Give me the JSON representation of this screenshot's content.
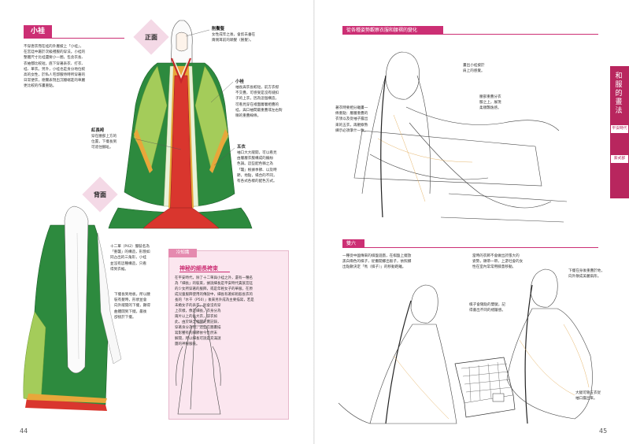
{
  "left_page": {
    "title": "小袿",
    "intro": "不穿唐衣而在袿的外層披上「小袿」，\n在宮廷中屬於次級禮服的穿法。小袿的\n整體尺寸比袿還要小一圈，包含衣長、\n衣袖都比較短。底下穿著表衣、打衣、\n袿、單衣。另外，小袿也是身分地位較\n高的女性，於私人宅邸服侍時所穿著的\n日常便衣，德實表現出沉穩端莊的華麗\n更比較的作畫重點。",
    "front_label": "正面",
    "back_label": "背面",
    "front_notes": [
      {
        "title": "削鬢髮",
        "text": "女性成年之後，會剪去垂在\n兩側耳前的頭髮（鬢髮）。"
      },
      {
        "title": "小袿",
        "text": "袖長與衣長較短，前方衣襟\n不交疊，可感受是沒有縫扣\n子的上衣，因為這個構造，\n可看見穿在裡面層層相疊的\n袿，與口袖間最重疊或左右對\n稱的重疊線條。"
      },
      {
        "title": "五衣",
        "text": "袖口大大敞開，可以看見\n由層層衣服構成的繽紛\n色調。這些配色稱之為\n「襲」根據季節、以及時\n節，地點，場合的不同，\n有各式各樣的配色方式。"
      },
      {
        "title": "紅長袴",
        "text": "穿在腰部上方的\n位置，下擺長到\n可遮住腳趾。"
      }
    ],
    "back_notes": [
      {
        "text": "十二單（P42）服裝名為\n「重襲」的構造，形態如\n同占出的三角形，小袿\n並沒有這種構造，只看\n得到衣裾。"
      },
      {
        "text": "下擺長到地板，所以腰\n裝有髮時，形狀並會\n向外敞開的下擺，顯得\n曲體開到下擺，最後\n卻接於下擺。"
      }
    ],
    "tip": {
      "tag": "冷知識",
      "heading": "神秘的細長袴束",
      "text": "在平安時代，除了十二單與小袿之外，還有一種名\n為「細長」的裝束，據說細長是平安時代貴族宮廷\n的少女所穿著的服飾，或是年輕女子的華服，在原\n成兒童服飾使用的傳說中，細長有著如袍般長衣的\n長的「水干（P50）」後來另外成為主要描寫，若是\n未婚女子的表衣，則會沒有穿\n上衣樣，像是細長，衣身分為\n兩片以上的長大衣，該衣如\n此，由於缺乏相關史實記錄，\n穿著身分為何，這些在圖畫描\n寫影響有的細節依今仍然未\n解開，所以細長可說是充滿謎\n團的神秘服裝。"
    },
    "page_number": "44"
  },
  "right_page": {
    "section1_title": "從各種姿勢觀察衣服和腰褶的變化",
    "notes1": [
      {
        "text": "畫出小袿披於\n肩上的感覺。"
      },
      {
        "text": "著衣時要相分離畫一\n條重點：層層重疊的\n衣領以及從袖子露出\n來的五衣，再觀察熟\n練示必須掌什一致。"
      },
      {
        "text": "腰部重疊分衣\n服之上，展現\n柔順飄逸感。"
      }
    ],
    "section2_title": "雙六",
    "section2_intro": "一種從中國傳來的棋盤遊戲，在棋盤上擺放\n黑白兩色的棋子，從攤開擲出骰子，依照擲\n出點數決定「馬（棋子）」的移動距離。",
    "notes2": [
      {
        "text": "當時的衣飾不會做出誇張大的\n姿勢，頭帶一帶，上游社會的女\n性在室內常常用膝蓋移動。"
      },
      {
        "text": "下擺在身後重疊於地，\n向外散成美麗扇形。"
      },
      {
        "text": "棋子會隨點的雙腿，記\n得書出不同的褶皺感。"
      },
      {
        "text": "大腿可隨五衣從\n袖口露出來。"
      }
    ],
    "side_tab_title": "和服的畫法",
    "side_tab_sub1": "平安時代",
    "side_tab_sub2": "紫式部",
    "page_number": "45"
  },
  "colors": {
    "accent": "#cc2f74",
    "robe_green": "#2d8a3e",
    "robe_light_green": "#a4cc5a",
    "hakama_red": "#d9362e",
    "tip_bg": "#fbe6ef",
    "side_tab": "#b8265e"
  }
}
